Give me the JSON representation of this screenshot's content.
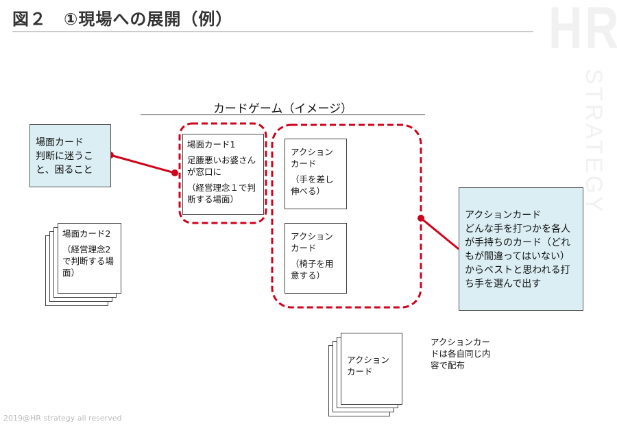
{
  "title": "図２　①現場への展開（例）",
  "watermark": {
    "hr": "HR",
    "strategy": "STRATEGY"
  },
  "game_title": "カードゲーム（イメージ）",
  "scene_label": {
    "line1": "場面カード",
    "line2": "判断に迷うこと、困ること"
  },
  "scene_card1": {
    "title": "場面カード1",
    "body": "足腰悪いお婆さんが窓口に",
    "note": "（経営理念１で判断する場面）"
  },
  "scene_card2": {
    "title": "場面カード2",
    "note": "（経営理念2で判断する場面）"
  },
  "action_card1": {
    "title": "アクションカード",
    "note": "（手を差し伸べる）"
  },
  "action_card2": {
    "title": "アクションカード",
    "note": "（椅子を用意する）"
  },
  "action_label": {
    "line1": "アクションカード",
    "line2": "どんな手を打つかを各人が手持ちのカード（どれもが間違ってはいない）からベストと思われる打ち手を選んで出す"
  },
  "action_stack": {
    "title": "アクションカード"
  },
  "note": "アクションカードは各自同じ内容で配布",
  "footer": "2019@HR strategy all reserved",
  "colors": {
    "accent": "#d0021b",
    "blue": "#daeef3"
  }
}
